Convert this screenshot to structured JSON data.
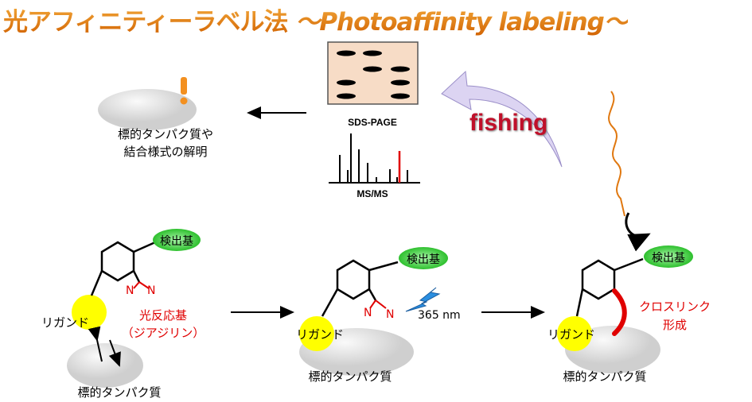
{
  "title": {
    "jp": "光アフィニティーラベル法",
    "en": "～Photoaffinity labeling～"
  },
  "top": {
    "result_line1": "標的タンパク質や",
    "result_line2": "結合様式の解明",
    "sds_page": "SDS-PAGE",
    "ms_ms": "MS/MS",
    "fishing": "fishing"
  },
  "step1": {
    "detect": "検出基",
    "ligand": "リガンド",
    "photo_group": "光反応基",
    "diazirine": "（ジアジリン）",
    "n1": "N",
    "n2": "N",
    "protein": "標的タンパク質"
  },
  "step2": {
    "detect": "検出基",
    "ligand": "リガンド",
    "light": "365 nm",
    "n1": "N",
    "n2": "N",
    "protein": "標的タンパク質"
  },
  "step3": {
    "detect": "検出基",
    "ligand": "リガンド",
    "crosslink1": "クロスリンク",
    "crosslink2": "形成",
    "protein": "標的タンパク質"
  },
  "colors": {
    "title": "#e07810",
    "detect": "#44dd44",
    "ligand": "#ffff00",
    "protein": "#dcdcdc",
    "gel": "#f7dcc6",
    "red": "#e00000",
    "fishing_arrow": "#d8d0f0"
  }
}
